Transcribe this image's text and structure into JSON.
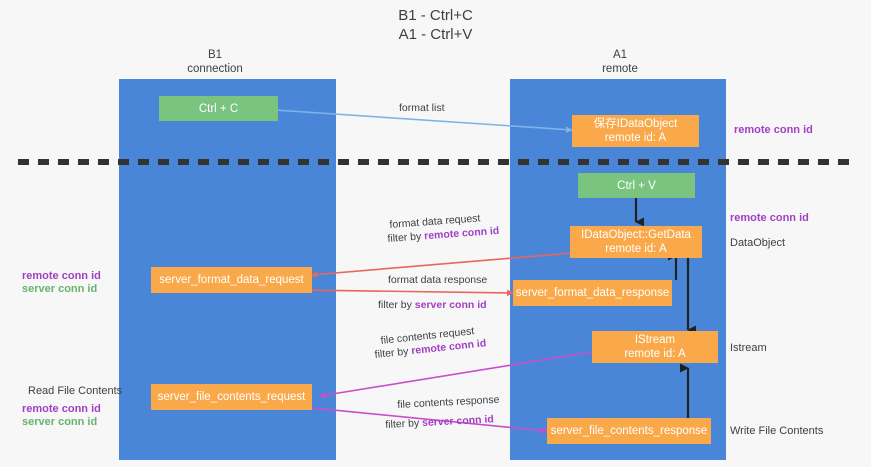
{
  "title": "B1 - Ctrl+C\nA1 - Ctrl+V",
  "colors": {
    "lane": "#4a86d8",
    "green_node": "#7ac47f",
    "orange_node": "#f9a94a",
    "purple_text": "#a13fc4",
    "green_text": "#67b36c",
    "blue_arrow": "#7fb3e8",
    "red_arrow": "#e8665c",
    "magenta_arrow": "#c94fc9",
    "divider": "#333333",
    "background": "#f7f7f8"
  },
  "lanes": [
    {
      "id": "b1",
      "header": "B1\nconnection"
    },
    {
      "id": "a1",
      "header": "A1\nremote"
    }
  ],
  "nodes": [
    {
      "id": "ctrl-c",
      "label": "Ctrl + C",
      "style": "green"
    },
    {
      "id": "store-idataobject",
      "label": "保存IDataObject\nremote id: A",
      "style": "orange"
    },
    {
      "id": "ctrl-v",
      "label": "Ctrl + V",
      "style": "green"
    },
    {
      "id": "idataobject-getdata",
      "label": "IDataObject::GetData\nremote id: A",
      "style": "orange"
    },
    {
      "id": "server-format-data-request",
      "label": "server_format_data_request",
      "style": "orange"
    },
    {
      "id": "server-format-data-response",
      "label": "server_format_data_response",
      "style": "orange"
    },
    {
      "id": "istream",
      "label": "IStream\nremote id: A",
      "style": "orange"
    },
    {
      "id": "server-file-contents-request",
      "label": "server_file_contents_request",
      "style": "orange"
    },
    {
      "id": "server-file-contents-response",
      "label": "server_file_contents_response",
      "style": "orange"
    }
  ],
  "edge_labels": {
    "format_list": "format list",
    "format_data_request": "format data request",
    "format_data_request_filter_prefix": "filter by ",
    "format_data_request_filter_key": "remote conn id",
    "format_data_response": "format data response",
    "format_data_response_filter_prefix": "filter by ",
    "format_data_response_filter_key": "server conn id",
    "file_contents_request": "file contents request",
    "file_contents_request_filter_prefix": "filter by ",
    "file_contents_request_filter_key": "remote conn id",
    "file_contents_response": "file contents response",
    "file_contents_response_filter_prefix": "filter by ",
    "file_contents_response_filter_key": "server conn id"
  },
  "annotations": {
    "right_remote_conn_id_top": "remote conn id",
    "right_remote_conn_id_mid": "remote conn id",
    "right_dataobject": "DataObject",
    "right_istream": "Istream",
    "right_write_file_contents": "Write File Contents",
    "left_remote_conn_id": "remote conn id",
    "left_server_conn_id": "server conn id",
    "left_read_file_contents": "Read File Contents",
    "left_remote_conn_id_2": "remote conn id",
    "left_server_conn_id_2": "server conn id"
  }
}
